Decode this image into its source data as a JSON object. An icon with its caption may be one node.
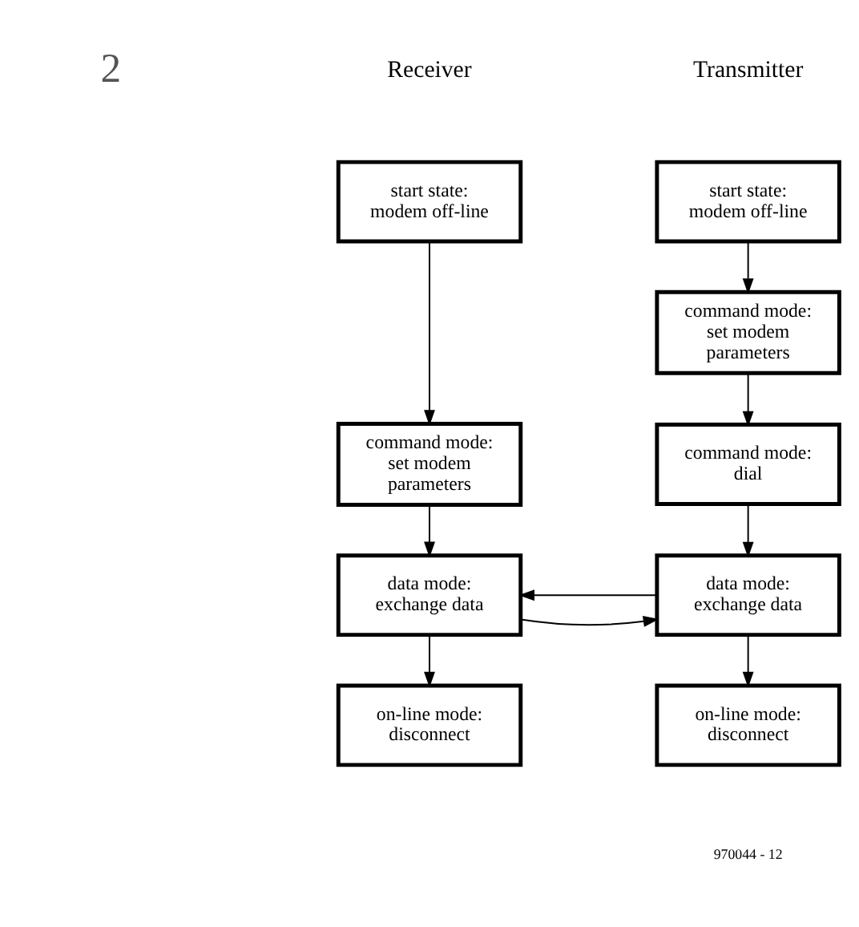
{
  "diagram": {
    "nodes": [
      {
        "text": [
          "start state: modem off-line"
        ]
      },
      {
        "text": [
          "command mode: set modem parameters"
        ]
      },
      {
        "text": [
          "data mode: exchange data"
        ]
      },
      {
        "text": [
          "on-line mode: disconnect"
        ]
      },
      {
        "text": [
          "start state: modem off-line"
        ]
      },
      {
        "text": [
          "command mode: set modem parameters"
        ]
      },
      {
        "text": [
          "command mode: dial"
        ]
      },
      {
        "text": [
          "data mode: exchange data"
        ]
      },
      {
        "text": [
          "on-line mode: disconnect"
        ]
      }
    ],
    "edges": [
      {
        "from": 0,
        "to": 1,
        "arrow": "to"
      },
      {
        "from": 1,
        "to": 2,
        "arrow": "to"
      },
      {
        "from": 2,
        "to": 3,
        "arrow": "to"
      },
      {
        "from": 4,
        "to": 5,
        "arrow": "to"
      },
      {
        "from": 5,
        "to": 6,
        "arrow": "to"
      },
      {
        "from": 6,
        "to": 7,
        "arrow": "to"
      },
      {
        "from": 7,
        "to": 8,
        "arrow": "to"
      },
      {
        "from": 2,
        "to": 7,
        "arrow": "to"
      },
      {
        "from": 7,
        "to": 2,
        "arrow": "to"
      }
    ],
    "labels": [
      "2",
      "Receiver",
      "Transmitter",
      "970044 - 12"
    ]
  }
}
